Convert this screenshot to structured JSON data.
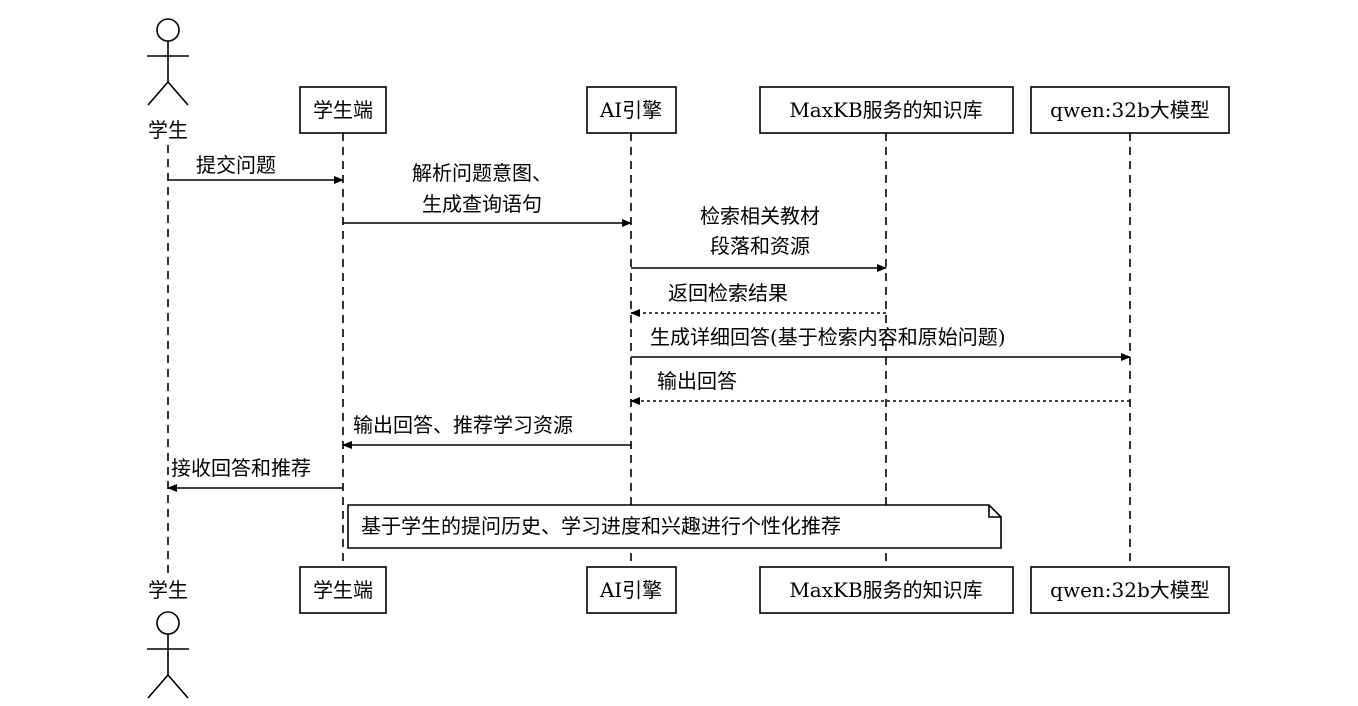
{
  "participants": {
    "student": {
      "label": "学生"
    },
    "client": {
      "label": "学生端"
    },
    "engine": {
      "label": "AI引擎"
    },
    "kb": {
      "label": "MaxKB服务的知识库"
    },
    "llm": {
      "label": "qwen:32b大模型"
    }
  },
  "messages": [
    {
      "from": "student",
      "to": "client",
      "style": "solid",
      "lines": [
        "提交问题"
      ]
    },
    {
      "from": "client",
      "to": "engine",
      "style": "solid",
      "lines": [
        "解析问题意图、",
        "生成查询语句"
      ]
    },
    {
      "from": "engine",
      "to": "kb",
      "style": "solid",
      "lines": [
        "检索相关教材",
        "段落和资源"
      ]
    },
    {
      "from": "kb",
      "to": "engine",
      "style": "dotted",
      "lines": [
        "返回检索结果"
      ]
    },
    {
      "from": "engine",
      "to": "llm",
      "style": "solid",
      "lines": [
        "生成详细回答(基于检索内容和原始问题)"
      ]
    },
    {
      "from": "llm",
      "to": "engine",
      "style": "dotted",
      "lines": [
        "输出回答"
      ]
    },
    {
      "from": "engine",
      "to": "client",
      "style": "solid",
      "lines": [
        "输出回答、推荐学习资源"
      ]
    },
    {
      "from": "client",
      "to": "student",
      "style": "solid",
      "lines": [
        "接收回答和推荐"
      ]
    }
  ],
  "note": {
    "text": "基于学生的提问历史、学习进度和兴趣进行个性化推荐"
  }
}
